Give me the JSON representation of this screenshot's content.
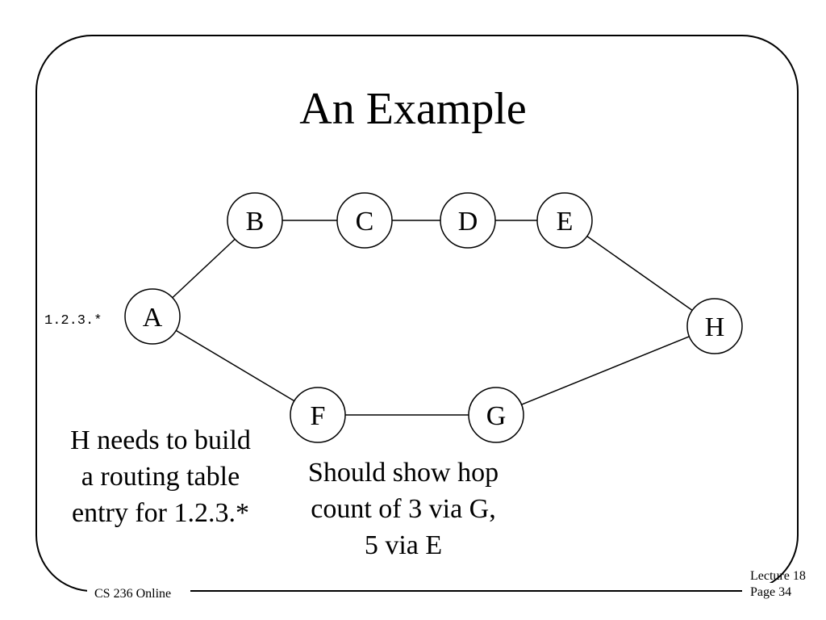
{
  "slide": {
    "title": "An Example",
    "footer_left": "CS 236 Online",
    "footer_right_line1": "Lecture 18",
    "footer_right_line2": "Page 34"
  },
  "diagram": {
    "nodes": [
      {
        "id": "A",
        "label": "A"
      },
      {
        "id": "B",
        "label": "B"
      },
      {
        "id": "C",
        "label": "C"
      },
      {
        "id": "D",
        "label": "D"
      },
      {
        "id": "E",
        "label": "E"
      },
      {
        "id": "F",
        "label": "F"
      },
      {
        "id": "G",
        "label": "G"
      },
      {
        "id": "H",
        "label": "H"
      }
    ],
    "edges": [
      [
        "A",
        "B"
      ],
      [
        "B",
        "C"
      ],
      [
        "C",
        "D"
      ],
      [
        "D",
        "E"
      ],
      [
        "E",
        "H"
      ],
      [
        "A",
        "F"
      ],
      [
        "F",
        "G"
      ],
      [
        "G",
        "H"
      ]
    ],
    "address_label": "1.2.3.*"
  },
  "notes": {
    "left_lines": [
      "H needs to build",
      "a routing table",
      "entry for 1.2.3.*"
    ],
    "middle_lines": [
      "Should show hop",
      "count of 3 via G,",
      "5 via E"
    ]
  }
}
